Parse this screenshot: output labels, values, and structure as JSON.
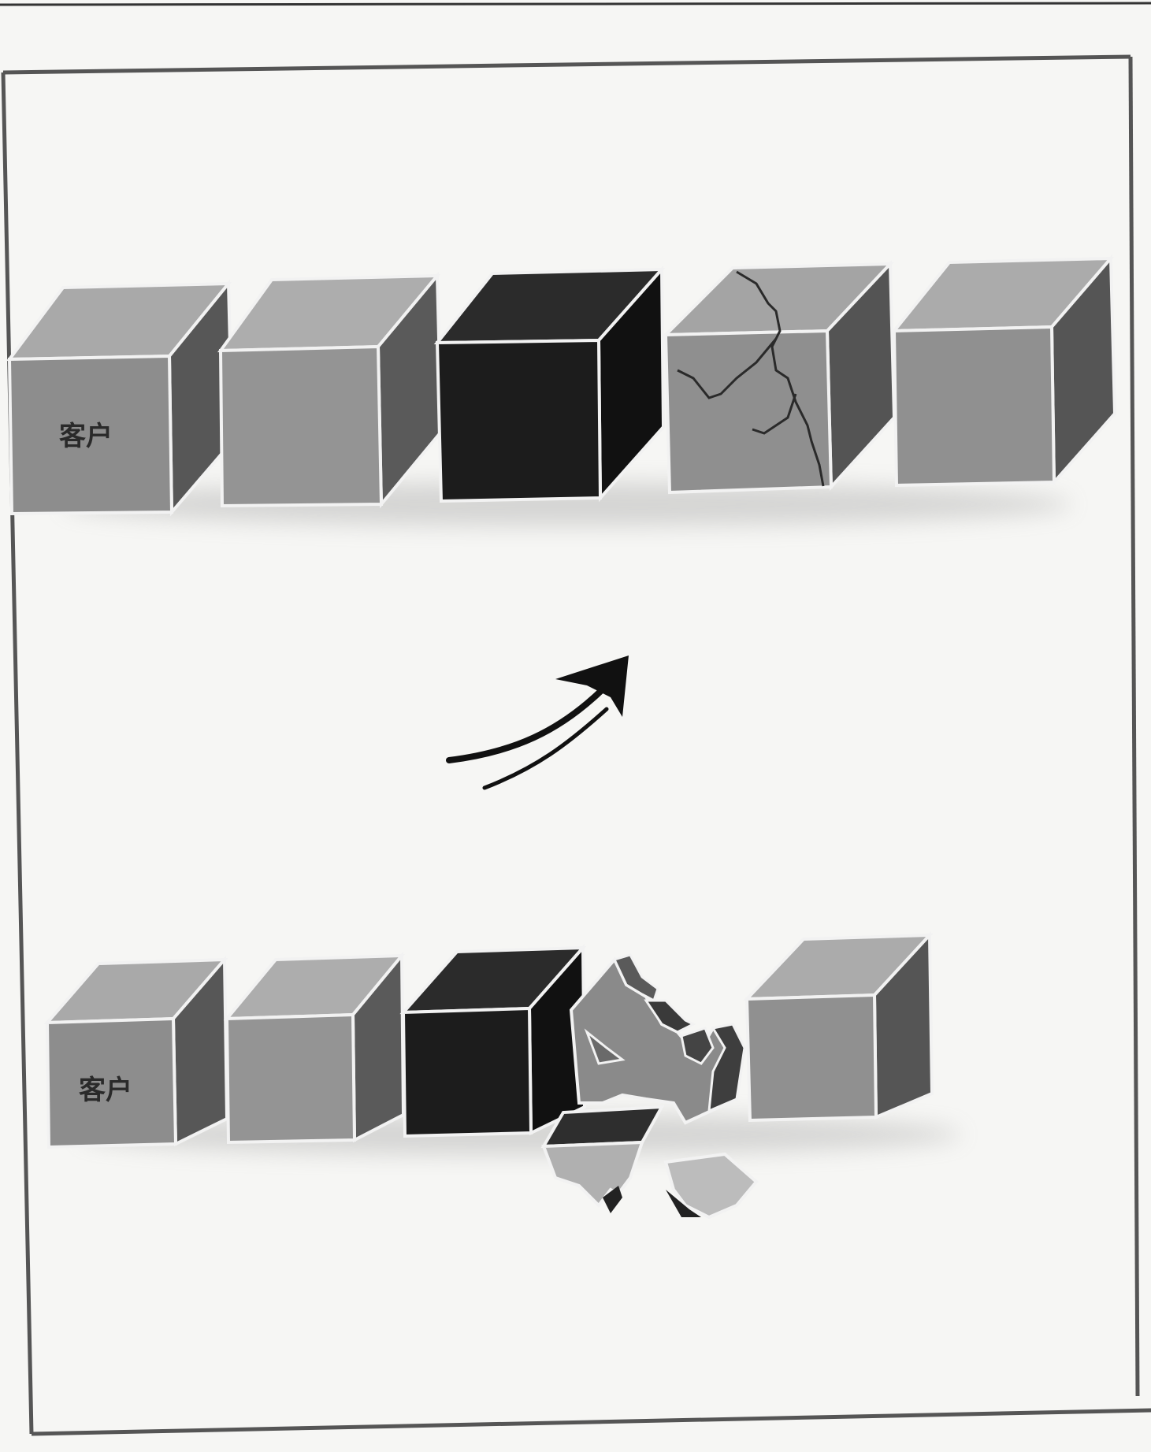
{
  "figure": {
    "top_row": {
      "first_cube_label": "客户",
      "cubes": [
        "normal",
        "normal",
        "dark",
        "cracked",
        "normal"
      ]
    },
    "bottom_row": {
      "first_cube_label": "客户",
      "cubes": [
        "normal",
        "normal",
        "dark",
        "broken",
        "normal"
      ]
    },
    "caption": ""
  },
  "colors": {
    "cube_front": "#8c8c8c",
    "cube_top": "#a8a8a8",
    "cube_side": "#555555",
    "dark_cube": "#1a1a1a",
    "frame": "#555555"
  },
  "icons": [
    "transition-arrow-icon"
  ]
}
